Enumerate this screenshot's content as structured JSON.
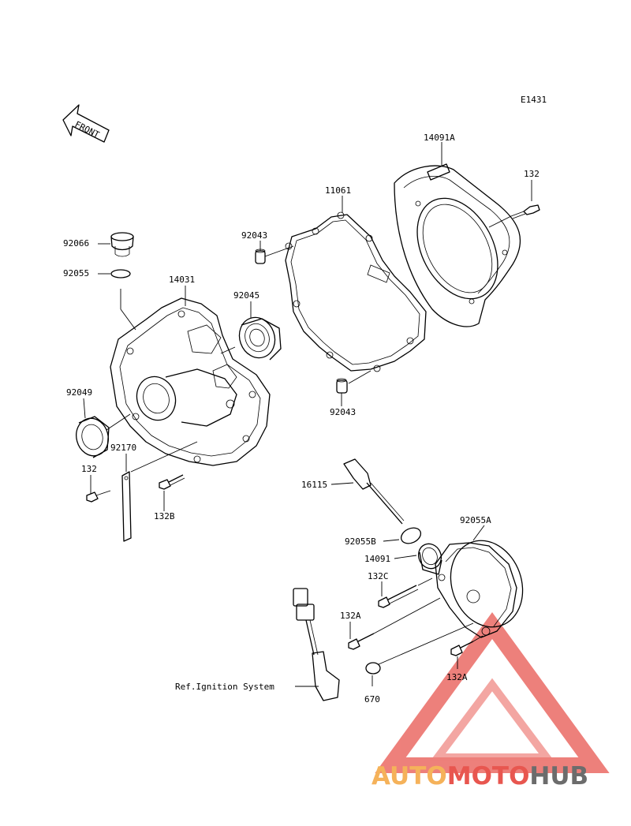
{
  "diagram_code": "E1431",
  "front_marker": "FRONT",
  "reference_note": "Ref.Ignition System",
  "labels": {
    "p14091A": "14091A",
    "p132_top": "132",
    "p11061": "11061",
    "p92043_top": "92043",
    "p92066": "92066",
    "p92055": "92055",
    "p14031": "14031",
    "p92045": "92045",
    "p92049": "92049",
    "p92043_bottom": "92043",
    "p92170": "92170",
    "p132_left": "132",
    "p132B": "132B",
    "p16115": "16115",
    "p92055A": "92055A",
    "p92055B": "92055B",
    "p14091": "14091",
    "p132C": "132C",
    "p132A_left": "132A",
    "p132A_right": "132A",
    "p670": "670"
  },
  "watermark": {
    "part1": "AUTO",
    "part2": "MOTO",
    "part3": "HUB",
    "colors": {
      "orange": "#f5b25a",
      "red": "#e8564f",
      "gray": "#6c6c6c"
    }
  }
}
